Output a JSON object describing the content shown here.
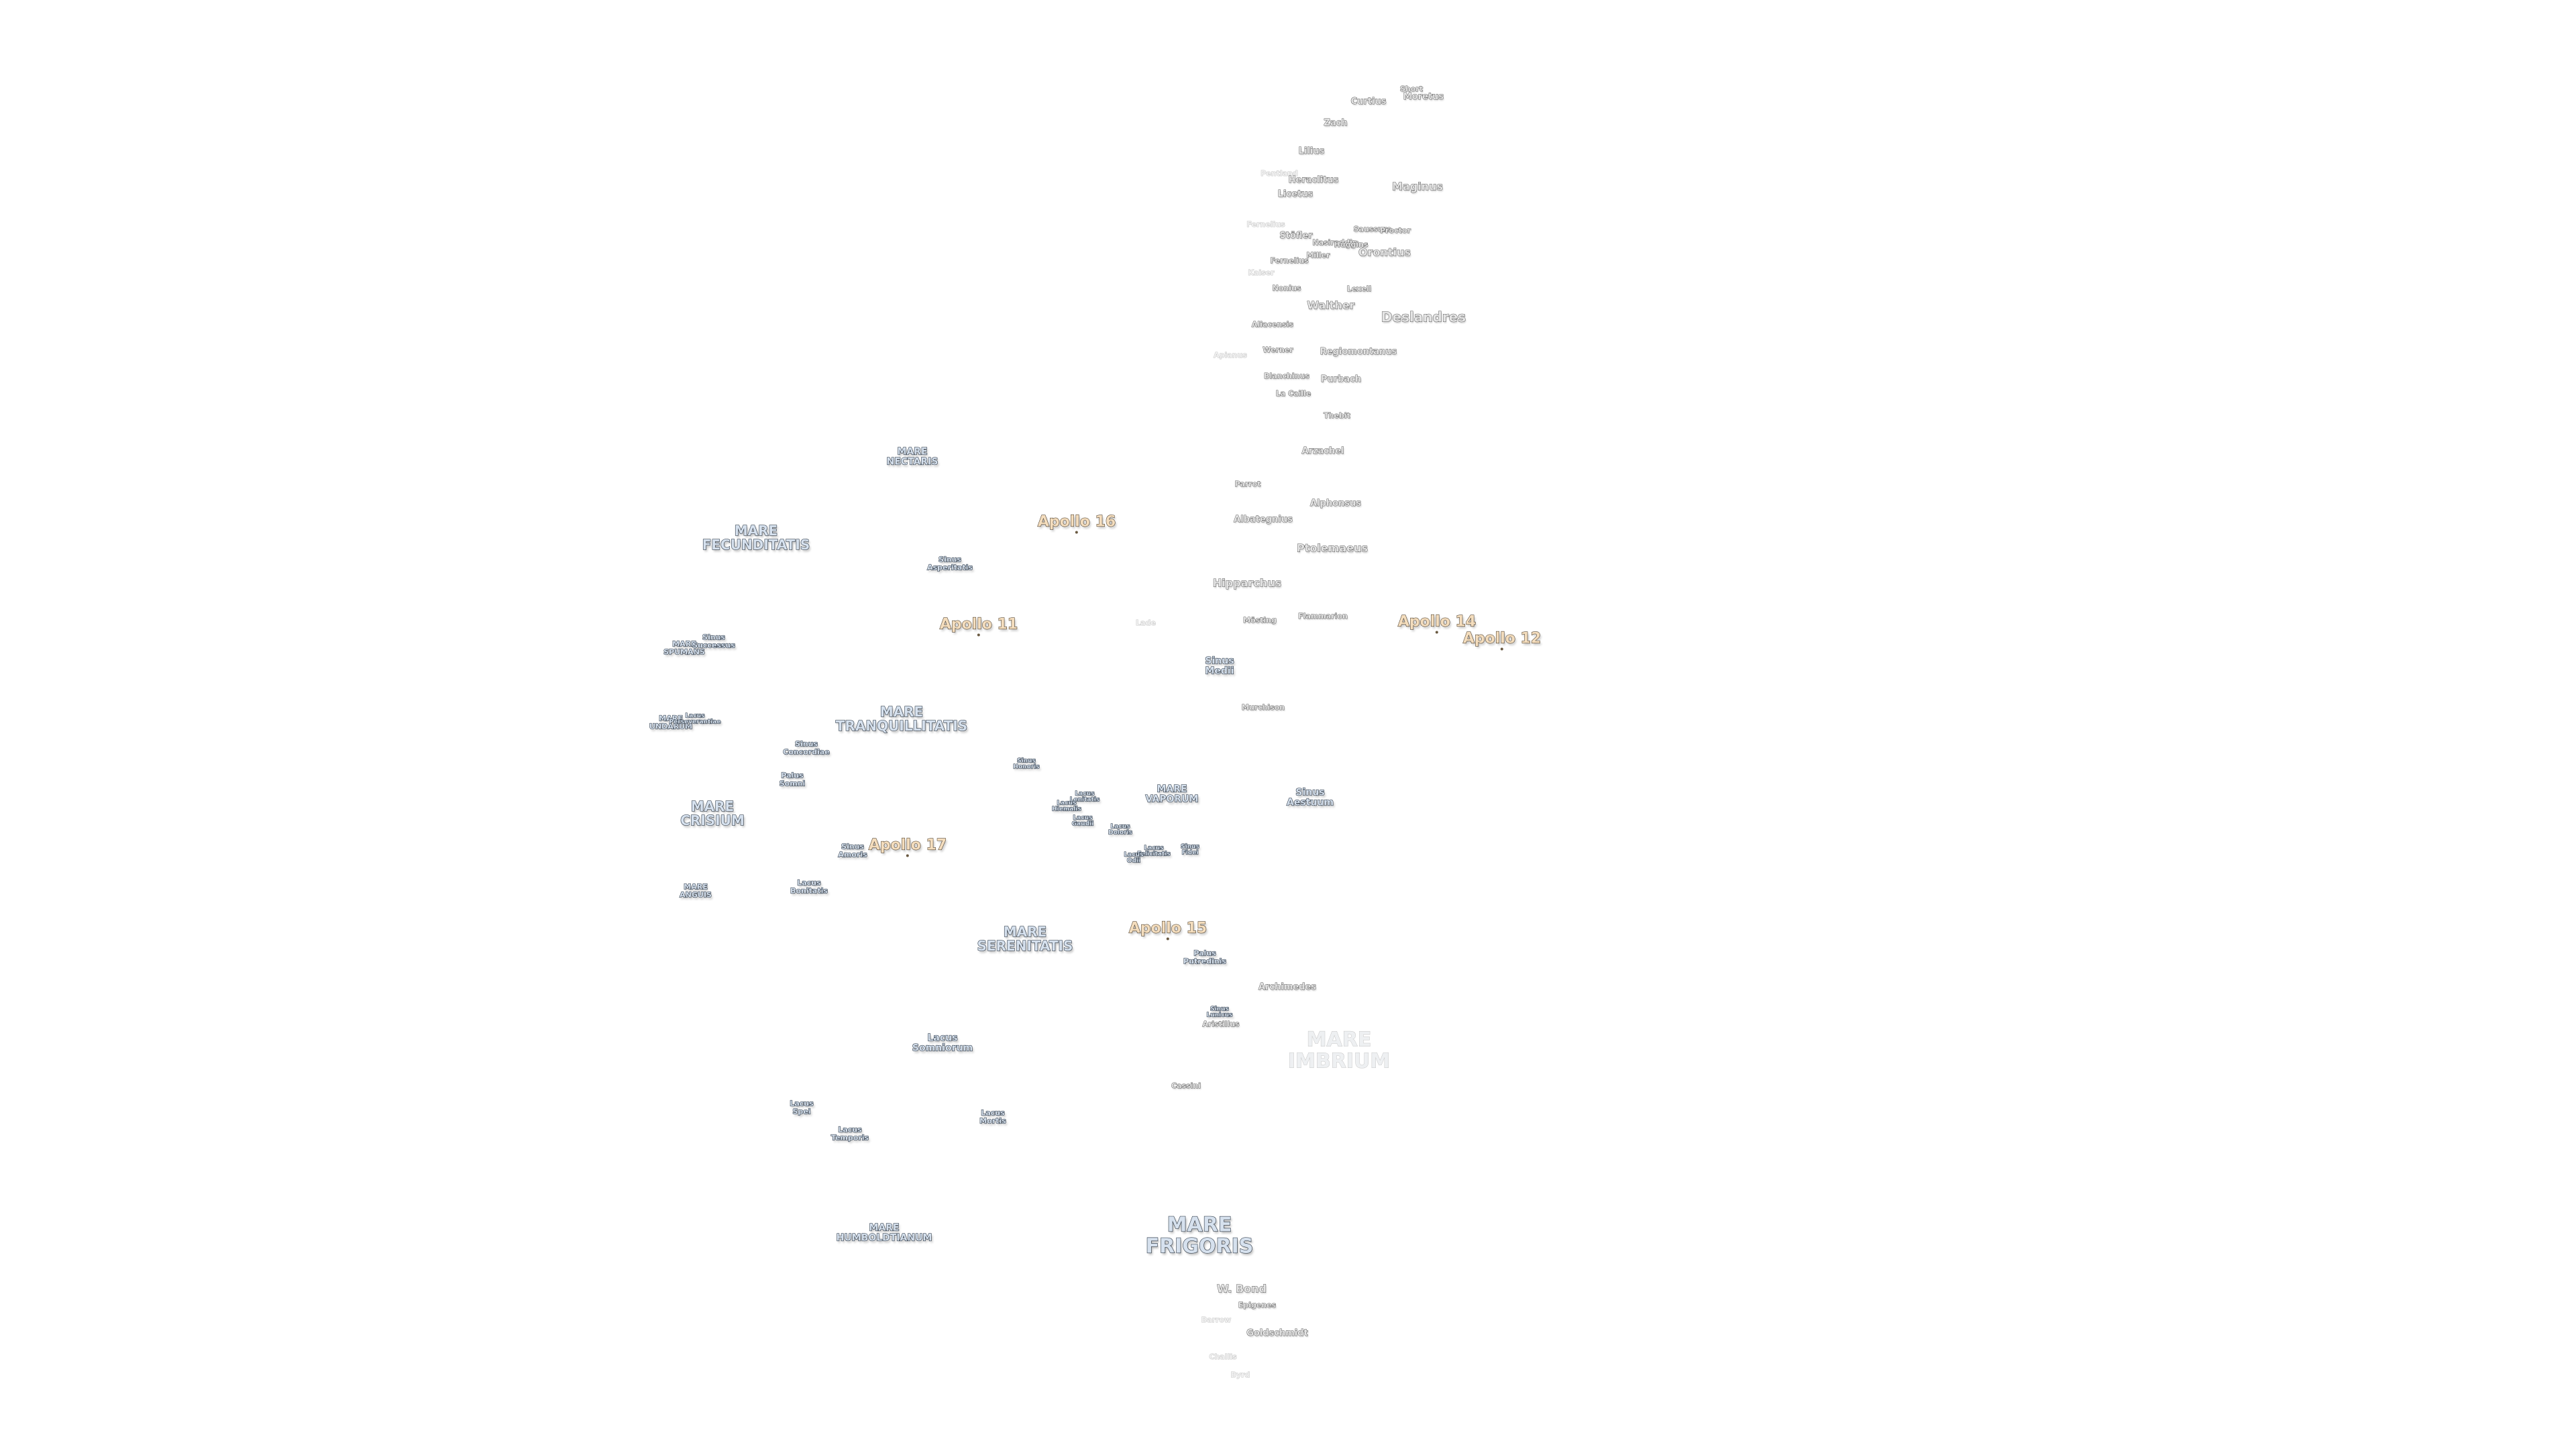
{
  "apollo_sites": [
    "Apollo 16",
    "Apollo 11",
    "Apollo 14",
    "Apollo 12",
    "Apollo 17",
    "Apollo 15"
  ],
  "maria": {
    "nectaris": [
      "MARE",
      "NECTARIS"
    ],
    "fecunditatis": [
      "MARE",
      "FECUNDITATIS"
    ],
    "spumans": [
      "MARE",
      "SPUMANS"
    ],
    "undarum": [
      "MARE",
      "UNDARUM"
    ],
    "tranquillitatis": [
      "MARE",
      "TRANQUILLITATIS"
    ],
    "crisium": [
      "MARE",
      "CRISIUM"
    ],
    "anguis": [
      "MARE",
      "ANGUIS"
    ],
    "vaporum": [
      "MARE",
      "VAPORUM"
    ],
    "serenitatis": [
      "MARE",
      "SERENITATIS"
    ],
    "imbrium": [
      "MARE",
      "IMBRIUM"
    ],
    "frigoris": [
      "MARE",
      "FRIGORIS"
    ],
    "humboldtianum": [
      "MARE",
      "HUMBOLDTIANUM"
    ]
  },
  "minor_features": {
    "sinus_asperitatis": [
      "Sinus",
      "Asperitatis"
    ],
    "sinus_successus": [
      "Sinus",
      "Successus"
    ],
    "lacus_perseverantiae": [
      "Lacus",
      "Perseverantiae"
    ],
    "sinus_concordiae": [
      "Sinus",
      "Concordiae"
    ],
    "palus_somni": [
      "Palus",
      "Somni"
    ],
    "sinus_amoris": [
      "Sinus",
      "Amoris"
    ],
    "lacus_bonitatis": [
      "Lacus",
      "Bonitatis"
    ],
    "sinus_honoris": [
      "Sinus",
      "Honoris"
    ],
    "lacus_lenitatis": [
      "Lacus",
      "Lenitatis"
    ],
    "lacus_hiemalis": [
      "Lacus",
      "Hiemalis"
    ],
    "lacus_gaudii": [
      "Lacus",
      "Gaudii"
    ],
    "lacus_doloris": [
      "Lacus",
      "Doloris"
    ],
    "lacus_felicitatis": [
      "Lacus",
      "Felicitatis"
    ],
    "lacus_odii": [
      "Lacus",
      "Odii"
    ],
    "sinus_fidei": [
      "Sinus",
      "Fidei"
    ],
    "sinus_medii": [
      "Sinus",
      "Medii"
    ],
    "sinus_aestuum": [
      "Sinus",
      "Aestuum"
    ],
    "palus_putredinis": [
      "Palus",
      "Putredinis"
    ],
    "sinus_lunicus": [
      "Sinus",
      "Lunicus"
    ],
    "lacus_somniorum": [
      "Lacus",
      "Somniorum"
    ],
    "lacus_spei": [
      "Lacus",
      "Spei"
    ],
    "lacus_temporis": [
      "Lacus",
      "Temporis"
    ],
    "lacus_mortis": [
      "Lacus",
      "Mortis"
    ]
  },
  "craters": {
    "short": "Short",
    "curtius": "Curtius",
    "moretus": "Moretus",
    "zach": "Zach",
    "lilius": "Lilius",
    "heraclitus": "Heraclitus",
    "maginus": "Maginus",
    "licetus": "Licetus",
    "pentland": "Pentland",
    "stofler": "Stöfler",
    "fernelius": "Fernelius",
    "miller": "Miller",
    "nasireddin": "Nasireddin",
    "huggins": "Huggins",
    "saussure": "Saussure",
    "proctor": "Proctor",
    "orontius": "Orontius",
    "kaiser": "Kaiser",
    "nonius": "Nonius",
    "lexell": "Lexell",
    "walther": "Walther",
    "deslandres": "Deslandres",
    "aliacensis": "Aliacensis",
    "werner": "Werner",
    "regiomontanus": "Regiomontanus",
    "apianus": "Apianus",
    "blanchinus": "Blanchinus",
    "purbach": "Purbach",
    "la_caille": "La Caille",
    "thebit": "Thebit",
    "arzachel": "Arzachel",
    "parrot": "Parrot",
    "alphonsus": "Alphonsus",
    "albategnius": "Albategnius",
    "ptolemaeus": "Ptolemaeus",
    "hipparchus": "Hipparchus",
    "lade": "Lade",
    "mosting": "Mösting",
    "flammarion": "Flammarion",
    "murchison": "Murchison",
    "archimedes": "Archimedes",
    "aristillus": "Aristillus",
    "cassini": "Cassini",
    "w_bond": "W. Bond",
    "epigenes": "Epigenes",
    "barrow": "Barrow",
    "goldschmidt": "Goldschmidt",
    "challis": "Challis",
    "byrd": "Byrd"
  }
}
